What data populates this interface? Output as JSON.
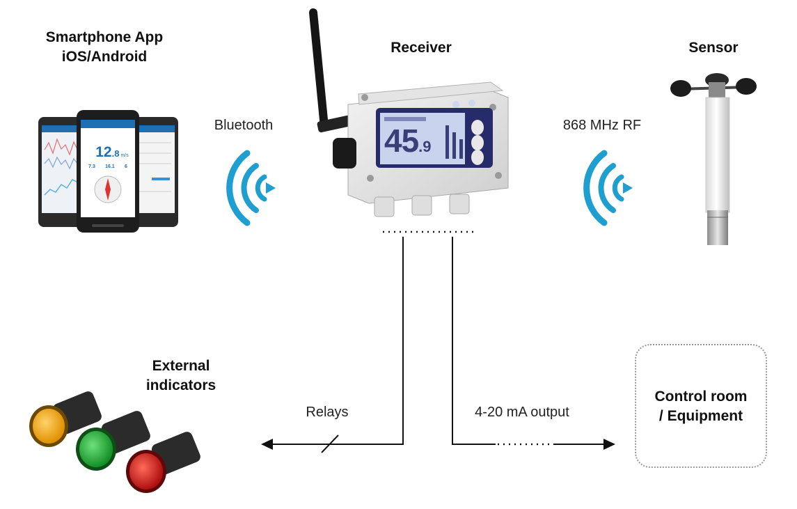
{
  "labels": {
    "smartphone_line1": "Smartphone App",
    "smartphone_line2": "iOS/Android",
    "receiver": "Receiver",
    "sensor": "Sensor",
    "bluetooth": "Bluetooth",
    "rf": "868 MHz RF",
    "external_line1": "External",
    "external_line2": "indicators",
    "relays": "Relays",
    "output": "4-20 mA output",
    "control_line1": "Control room",
    "control_line2": "/ Equipment"
  },
  "receiver_display": {
    "value_main": "45",
    "value_decimal": ".9"
  },
  "phone_display": {
    "speed_main": "12",
    "speed_decimal": ".8",
    "speed_unit": "m/s",
    "stat1": "7.3",
    "stat2": "16.1",
    "stat3": "6"
  },
  "colors": {
    "wave_blue": "#1e9fd0",
    "lamp_amber": "#f0a81a",
    "lamp_green": "#2aa83a",
    "lamp_red": "#d42424",
    "lcd_bg": "#c9d3ee",
    "lcd_text": "#3a3f78"
  },
  "icons": [
    "bluetooth-waves-icon",
    "rf-waves-icon",
    "antenna-icon",
    "relay-slash-icon"
  ]
}
